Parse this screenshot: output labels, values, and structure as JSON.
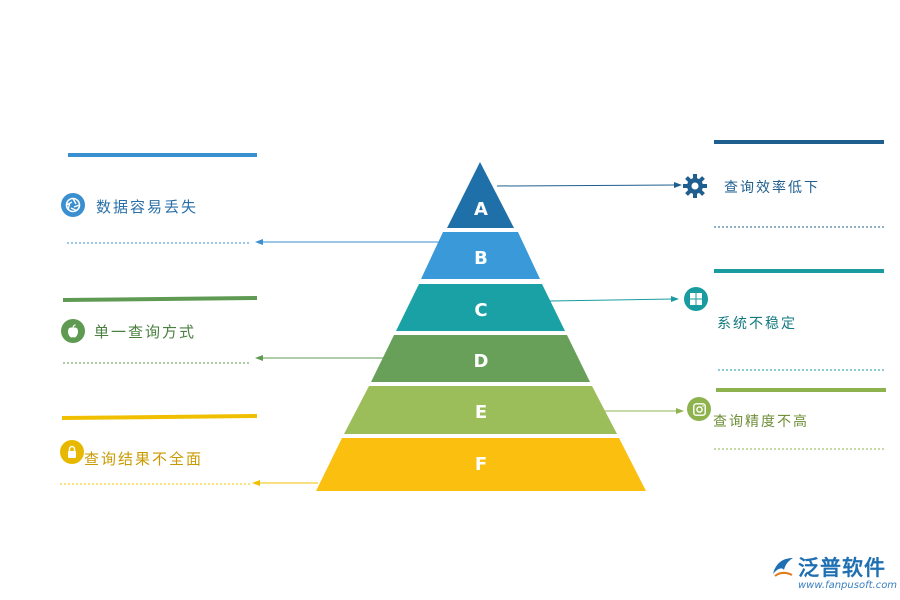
{
  "pyramid": {
    "levels": [
      {
        "letter": "A",
        "color": "#1f6fa8"
      },
      {
        "letter": "B",
        "color": "#3a9ad9"
      },
      {
        "letter": "C",
        "color": "#1aa1a6"
      },
      {
        "letter": "D",
        "color": "#68a05a"
      },
      {
        "letter": "E",
        "color": "#9bbe5b"
      },
      {
        "letter": "F",
        "color": "#fbbf10"
      }
    ]
  },
  "left_items": [
    {
      "text": "数据容易丢失",
      "icon": "aperture-icon",
      "color": "#3a8fd0"
    },
    {
      "text": "单一查询方式",
      "icon": "apple-icon",
      "color": "#5f9a52"
    },
    {
      "text": "查询结果不全面",
      "icon": "lock-icon",
      "color": "#e8b800"
    }
  ],
  "right_items": [
    {
      "text": "查询效率低下",
      "icon": "gear-icon",
      "color": "#1f5f8f"
    },
    {
      "text": "系统不稳定",
      "icon": "windows-icon",
      "color": "#1a9ba0"
    },
    {
      "text": "查询精度不高",
      "icon": "instagram-icon",
      "color": "#8eb34e"
    }
  ],
  "logo": {
    "name": "泛普软件",
    "url": "www.fanpusoft.com"
  }
}
